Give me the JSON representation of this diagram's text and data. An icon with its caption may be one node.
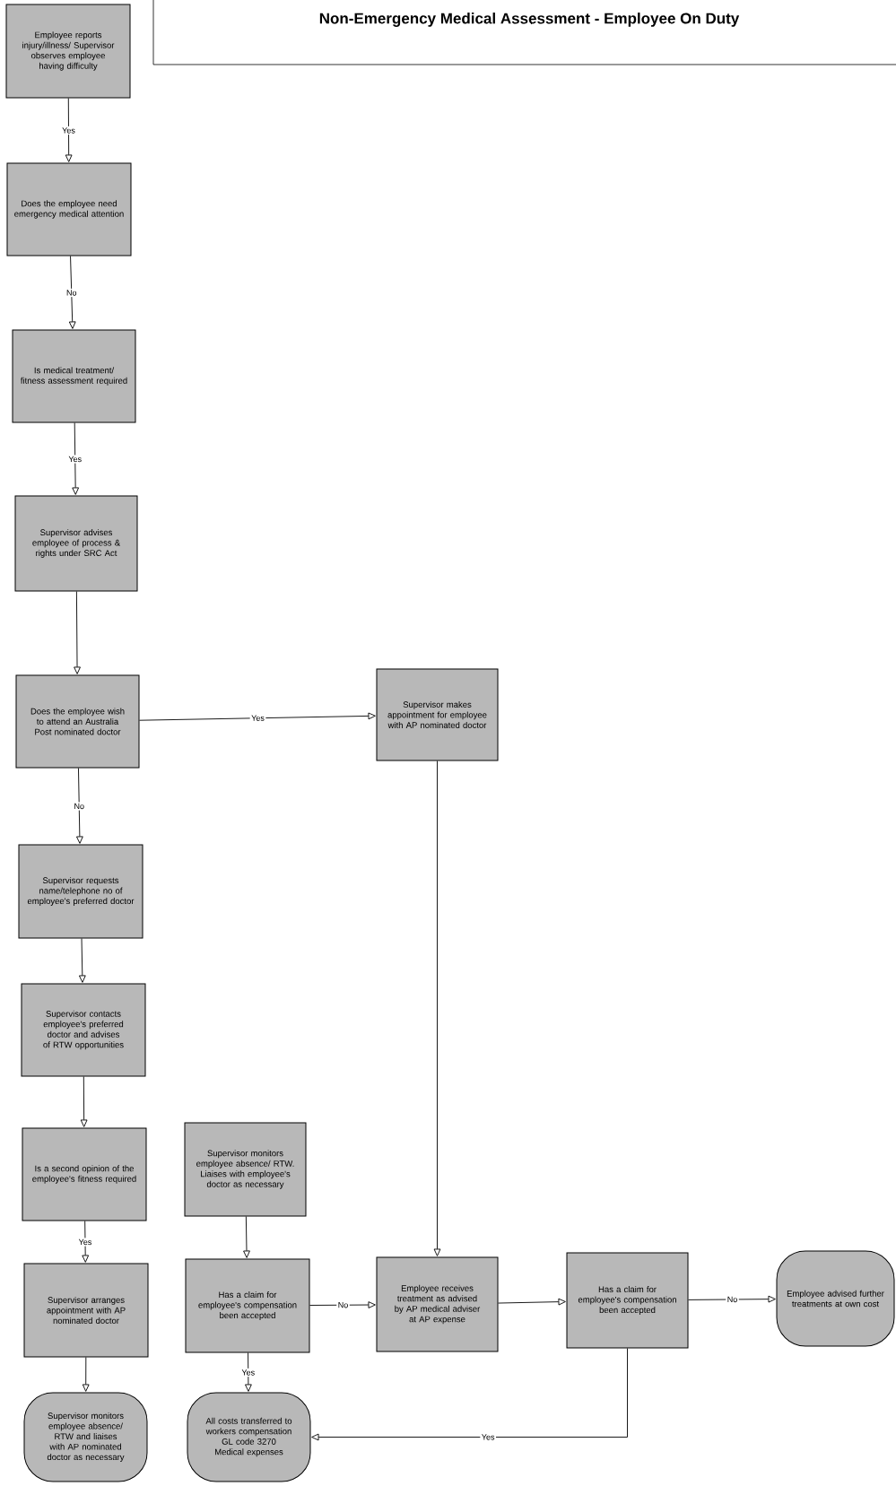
{
  "diagram": {
    "title": "Non-Emergency Medical Assessment - Employee On Duty",
    "nodes": [
      {
        "text": [
          "Employee reports injury/illness/ Supervisor observes employee having difficulty"
        ]
      },
      {
        "text": [
          "Does the employee need emergency medical attention"
        ]
      },
      {
        "text": [
          "Is medical treatment/ fitness assessment required"
        ]
      },
      {
        "text": [
          "Supervisor advises employee of process & rights under SRC Act"
        ]
      },
      {
        "text": [
          "Does the employee wish to attend an Australia Post nominated doctor"
        ]
      },
      {
        "text": [
          "Supervisor requests name/telephone no of employee's preferred doctor"
        ]
      },
      {
        "text": [
          "Supervisor contacts employee's preferred doctor and advises of RTW opportunities"
        ]
      },
      {
        "text": [
          "Is a second opinion of the employee's fitness required"
        ]
      },
      {
        "text": [
          "Supervisor arranges appointment with AP nominated doctor"
        ]
      },
      {
        "text": [
          "Supervisor monitors employee absence/ RTW and liaises with AP nominated doctor as necessary"
        ]
      },
      {
        "text": [
          "Supervisor monitors employee absence/ RTW. Liaises with employee's doctor as necessary"
        ]
      },
      {
        "text": [
          "Has a claim for employee's compensation been accepted"
        ]
      },
      {
        "text": [
          "All costs transferred to workers compensation GL code 3270 Medical expenses"
        ]
      },
      {
        "text": [
          "Supervisor makes appointment for employee with AP nominated doctor"
        ]
      },
      {
        "text": [
          "Employee receives treatment as advised by AP medical adviser at AP expense"
        ]
      },
      {
        "text": [
          "Has a claim for employee's compensation been accepted"
        ]
      },
      {
        "text": [
          "Employee advised further treatments at own cost"
        ]
      }
    ],
    "edges": [
      {
        "from": 0,
        "to": 1,
        "arrow": "to",
        "label": "Yes"
      },
      {
        "from": 1,
        "to": 2,
        "arrow": "to",
        "label": "No"
      },
      {
        "from": 2,
        "to": 3,
        "arrow": "to",
        "label": "Yes"
      },
      {
        "from": 3,
        "to": 4,
        "arrow": "to"
      },
      {
        "from": 4,
        "to": 13,
        "arrow": "to",
        "label": "Yes"
      },
      {
        "from": 4,
        "to": 5,
        "arrow": "to",
        "label": "No"
      },
      {
        "from": 5,
        "to": 6,
        "arrow": "to"
      },
      {
        "from": 6,
        "to": 7,
        "arrow": "to"
      },
      {
        "from": 7,
        "to": 8,
        "arrow": "to",
        "label": "Yes"
      },
      {
        "from": 8,
        "to": 9,
        "arrow": "to"
      },
      {
        "from": 10,
        "to": 11,
        "arrow": "to"
      },
      {
        "from": 11,
        "to": 14,
        "arrow": "to",
        "label": "No"
      },
      {
        "from": 11,
        "to": 12,
        "arrow": "to",
        "label": "Yes"
      },
      {
        "from": 13,
        "to": 14,
        "arrow": "to"
      },
      {
        "from": 14,
        "to": 15,
        "arrow": "to"
      },
      {
        "from": 15,
        "to": 16,
        "arrow": "to",
        "label": "No"
      },
      {
        "from": 15,
        "to": 12,
        "arrow": "to",
        "label": "Yes"
      }
    ]
  }
}
